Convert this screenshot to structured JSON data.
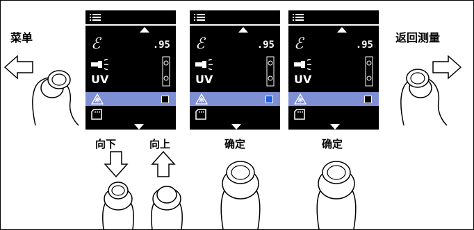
{
  "labels": {
    "menu": "菜单",
    "back_to_measure": "返回测量",
    "down": "向下",
    "up": "向上",
    "confirm_1": "确定",
    "confirm_2": "确定"
  },
  "screens": [
    {
      "emissivity_symbol": "ℰ",
      "value": ".95",
      "uv_label": "UV",
      "selected_checkbox_color": "#000000"
    },
    {
      "emissivity_symbol": "ℰ",
      "value": ".95",
      "uv_label": "UV",
      "selected_checkbox_color": "#1f5fe0"
    },
    {
      "emissivity_symbol": "ℰ",
      "value": ".95",
      "uv_label": "UV",
      "selected_checkbox_color": "#000000"
    }
  ],
  "colors": {
    "screen_bg": "#000000",
    "selection_bar": "#7f8fd3"
  },
  "icons": [
    "menu-icon",
    "up-arrow-icon",
    "down-arrow-icon",
    "flashlight-icon",
    "laser-icon",
    "sd-card-icon",
    "finger-icon",
    "outline-arrow-icon"
  ]
}
